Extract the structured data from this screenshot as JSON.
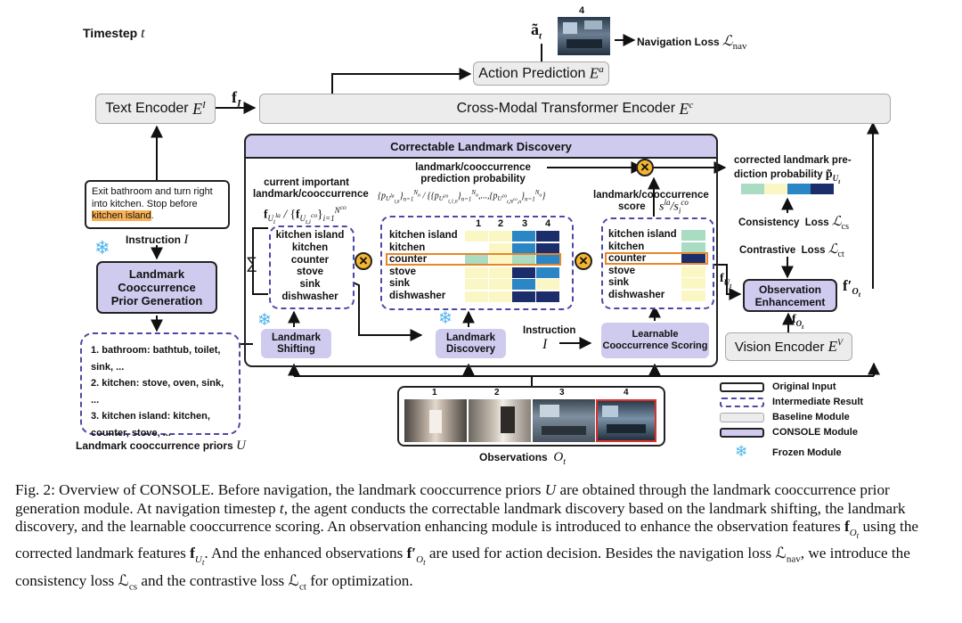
{
  "timestep_label": "Timestep t",
  "text_encoder": "Text Encoder E^I",
  "f_I": "f_I",
  "cross_modal": "Cross-Modal Transformer Encoder E^c",
  "action_prediction": "Action Prediction E^a",
  "a_t": "ã_t",
  "top_obs_num": "4",
  "nav_loss": "Navigation Loss ℒ_nav",
  "instruction_text_before": "Exit bathroom and turn right into kitchen. Stop before ",
  "instruction_highlight": "kitchen island",
  "instruction_text_after": ".",
  "instruction_label": "Instruction I",
  "prior_gen": "Landmark Cooccurrence Prior Generation",
  "priors_list": [
    "1. bathroom: bathtub, toilet, sink, ...",
    "2. kitchen: stove, oven, sink, ...",
    "3. kitchen island: kitchen, counter, stove, ..."
  ],
  "priors_label": "Landmark cooccurrence priors U",
  "clc_title": "Correctable Landmark Discovery",
  "current_important": "current important landmark/cooccurrence",
  "current_formula": "f_{U_t^la} / {f_{U_{t,i}^co}}_{i=1}^{N^co}",
  "landmark_list": [
    "kitchen island",
    "kitchen",
    "counter",
    "stove",
    "sink",
    "dishwasher"
  ],
  "sigma": "∑",
  "pred_prob_label": "landmark/cooccurrence prediction probability",
  "pred_prob_formula": "{p_{U^la_{t,n}}}_{n=1}^{N_o} / {{p_{U^co_{t,1,n}}}_{n=1}^{N_o}, ..., {p_{U^co_{t,N^co,n}}}_{n=1}^{N_o}}",
  "col_nums": [
    "1",
    "2",
    "3",
    "4"
  ],
  "score_label": "landmark/cooccurrence score",
  "score_formula": "s^la / s_i^co",
  "landmark_shifting": "Landmark Shifting",
  "landmark_discovery": "Landmark Discovery",
  "instruction_mid": "Instruction",
  "instruction_mid_sym": "I",
  "learnable_scoring": "Learnable Cooccurrence Scoring",
  "corrected_label": "corrected landmark prediction probability",
  "corrected_sym": "p̃_{U_t}",
  "consistency_loss": "Consistency Loss ℒ_cs",
  "contrastive_loss": "Contrastive Loss ℒ_ct",
  "f_Ut": "f_{U_t}",
  "obs_enh": "Observation Enhancement",
  "f_prime": "f′_{O_t}",
  "f_Ot": "f_{O_t}",
  "vision_encoder": "Vision Encoder E^V",
  "obs_nums": [
    "1",
    "2",
    "3",
    "4"
  ],
  "observations_label": "Observations O_t",
  "legend": [
    {
      "label": "Original Input"
    },
    {
      "label": "Intermediate Result"
    },
    {
      "label": "Baseline Module"
    },
    {
      "label": "CONSOLE Module"
    },
    {
      "label": "Frozen Module"
    }
  ],
  "caption": "Fig. 2: Overview of CONSOLE. Before navigation, the landmark cooccurrence priors U are obtained through the landmark cooccurrence prior generation module. At navigation timestep t, the agent conducts the correctable landmark discovery based on the landmark shifting, the landmark discovery, and the learnable cooccurrence scoring. An observation enhancing module is introduced to enhance the observation features f_{O_t} using the corrected landmark features f_{U_t}. And the enhanced observations f′_{O_t} are used for action decision. Besides the navigation loss ℒ_nav, we introduce the consistency loss ℒ_cs and the contrastive loss ℒ_ct for optimization.",
  "colors": {
    "purple": "#cfcbef",
    "gray": "#ececec",
    "orange": "#f5b52f",
    "highlight": "#f7b256",
    "frozen": "#4fb3ea",
    "dash": "#4b48a6"
  }
}
